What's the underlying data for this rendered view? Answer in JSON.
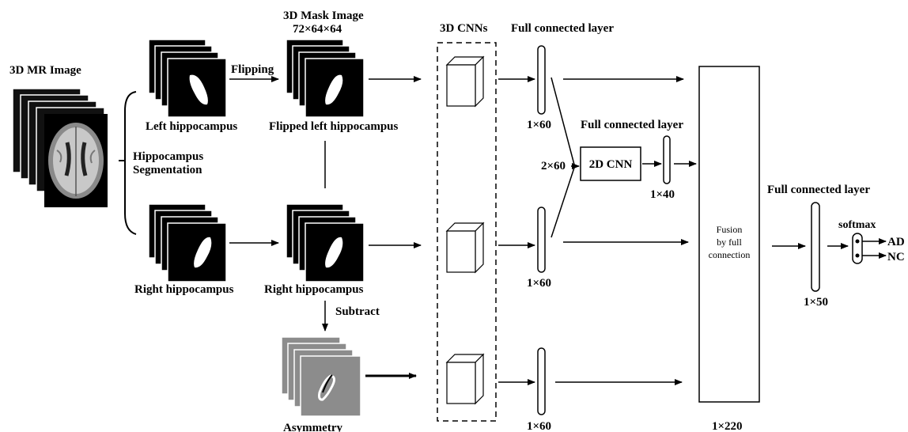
{
  "input": {
    "title": "3D MR Image"
  },
  "segmentation": {
    "label_line1": "Hippocampus",
    "label_line2": "Segmentation"
  },
  "mask": {
    "title_line1": "3D Mask Image",
    "title_line2": "72×64×64"
  },
  "left_hippocampus": {
    "label": "Left hippocampus"
  },
  "flipping": {
    "label": "Flipping"
  },
  "flipped_left": {
    "label": "Flipped left hippocampus"
  },
  "right_hippocampus": {
    "label": "Right hippocampus"
  },
  "right_hippocampus_copy": {
    "label": "Right hippocampus"
  },
  "subtract": {
    "label": "Subtract"
  },
  "asymmetry": {
    "label": "Asymmetry"
  },
  "cnn3d": {
    "title": "3D CNNs"
  },
  "fc_top": {
    "title": "Full connected layer",
    "dim1": "1×60",
    "dim2": "1×60",
    "dim3": "1×60"
  },
  "concat": {
    "label": "2×60"
  },
  "cnn2d": {
    "label": "2D CNN"
  },
  "fc_mid": {
    "title": "Full connected layer",
    "dim": "1×40"
  },
  "fusion": {
    "line1": "Fusion",
    "line2": "by full",
    "line3": "connection",
    "dim": "1×220"
  },
  "fc_final": {
    "title": "Full connected layer",
    "dim": "1×50"
  },
  "softmax": {
    "label": "softmax"
  },
  "outputs": {
    "ad": "AD",
    "nc": "NC"
  }
}
